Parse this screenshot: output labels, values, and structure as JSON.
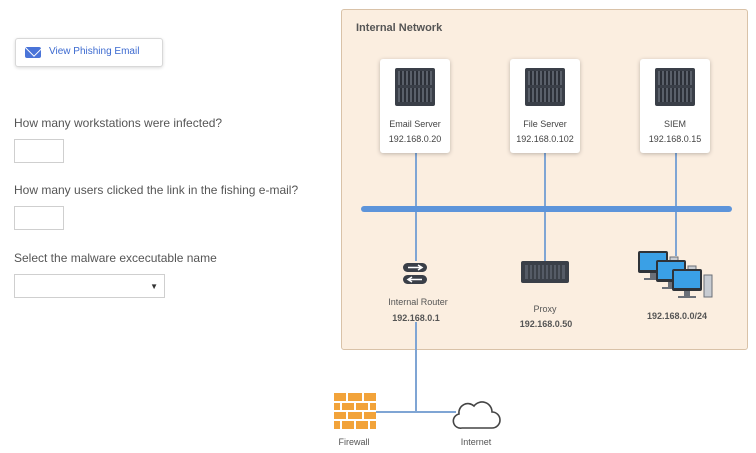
{
  "left_panel": {
    "email_button_label": "View Phishing Email",
    "questions": [
      "How many workstations were infected?",
      "How many users clicked the link in the fishing e-mail?",
      "Select the malware excecutable name"
    ]
  },
  "network": {
    "title": "Internal Network",
    "servers": [
      {
        "name": "Email Server",
        "ip": "192.168.0.20"
      },
      {
        "name": "File Server",
        "ip": "192.168.0.102"
      },
      {
        "name": "SIEM",
        "ip": "192.168.0.15"
      }
    ],
    "router": {
      "name": "Internal Router",
      "ip": "192.168.0.1"
    },
    "proxy": {
      "name": "Proxy",
      "ip": "192.168.0.50"
    },
    "workstations": {
      "ip": "192.168.0.0/24"
    },
    "firewall_label": "Firewall",
    "internet_label": "Internet"
  },
  "colors": {
    "panel_bg": "#fbeee0",
    "backbone": "#5d94da",
    "link_line": "#7fa5d4",
    "firewall": "#f2a33a",
    "button_text": "#3c6ad0"
  },
  "icons": [
    "mail-icon",
    "server-icon",
    "router-icon",
    "proxy-server-icon",
    "workstations-icon",
    "firewall-icon",
    "cloud-icon",
    "dropdown-arrow-icon"
  ]
}
